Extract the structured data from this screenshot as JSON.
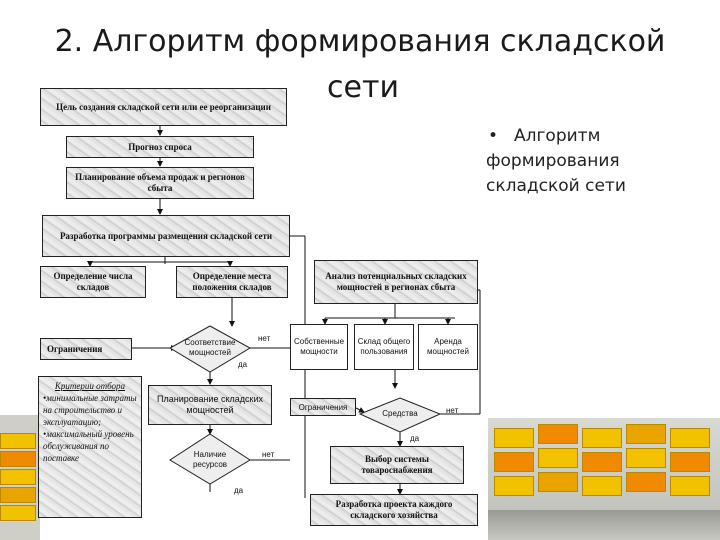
{
  "title": {
    "line1": "2. Алгоритм формирования складской",
    "line2": "сети"
  },
  "bullet": {
    "marker": "•",
    "text": "Алгоритм формирования складской сети"
  },
  "flowchart": {
    "goal": "Цель создания складской сети или ее реорганизации",
    "forecast": "Прогноз спроса",
    "planning_sales": "Планирование объема продаж и регионов сбыта",
    "program": "Разработка программы размещения складской сети",
    "count_warehouses": "Определение числа складов",
    "location": "Определение места положения складов",
    "analysis": "Анализ потенциальных складских мощностей в регионах сбыта",
    "own": "Собственные мощности",
    "public": "Склад общего пользования",
    "rent": "Аренда мощностей",
    "restrictions_left": "Ограничения",
    "conformity": "Соответствие мощностей",
    "no1": "нет",
    "yes1": "да",
    "restrictions_right": "Ограничения",
    "funds": "Средства",
    "no2": "нет",
    "yes2": "да",
    "criteria_title": "Критерии отбора",
    "criteria": [
      "•минимальные затраты на строительство и эксплуатацию;",
      "•максимальный уровень обслуживания по поставке"
    ],
    "capacity_planning": "Планирование складских мощностей",
    "resources": "Наличие ресурсов",
    "no3": "нет",
    "yes3": "да",
    "supply_system": "Выбор системы товароснабжения",
    "project": "Разработка проекта каждого складского хозяйства"
  },
  "colors": {
    "crate_yellow": "#f2c200",
    "crate_orange": "#f08a00",
    "box_border": "#222222"
  }
}
